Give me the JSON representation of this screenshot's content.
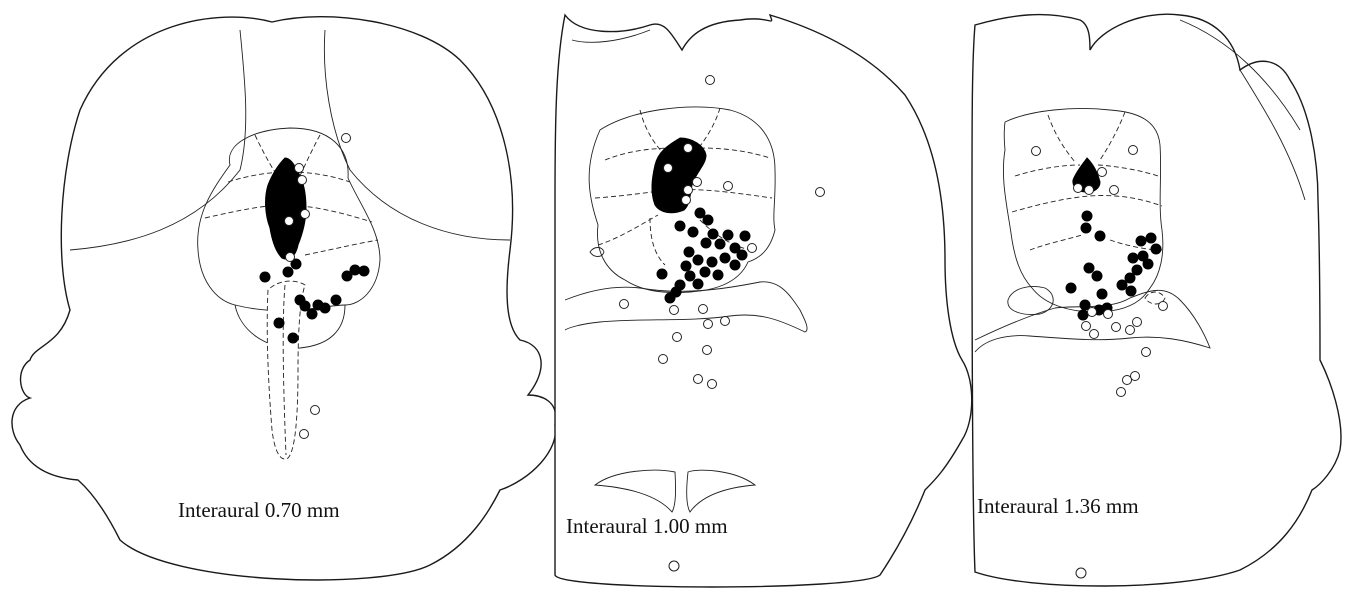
{
  "sections": [
    {
      "label": "Interaural 0.70 mm"
    },
    {
      "label": "Interaural 1.00 mm"
    },
    {
      "label": "Interaural 1.36 mm"
    }
  ],
  "legend_note": "",
  "colors": {
    "outline": "#1a1a1a",
    "filled_marker": "#000000",
    "open_marker": "#ffffff"
  }
}
